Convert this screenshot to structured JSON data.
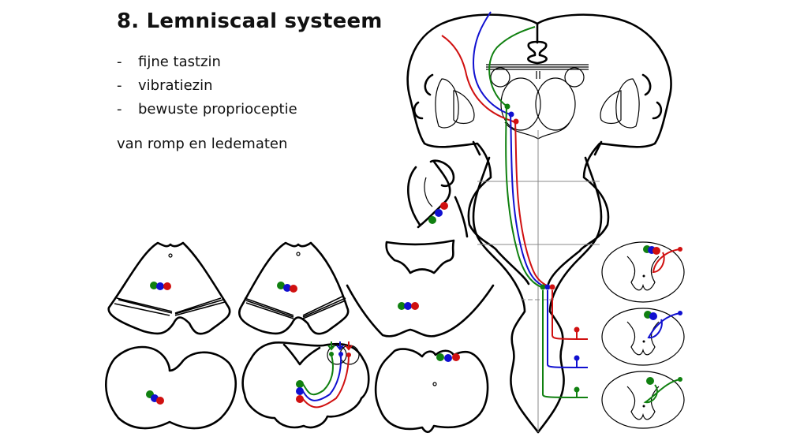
{
  "slide": {
    "title": "8. Lemniscaal systeem",
    "bullets": [
      {
        "dash": "-",
        "text": "fijne tastzin"
      },
      {
        "dash": "-",
        "text": "vibratiezin"
      },
      {
        "dash": "-",
        "text": "bewuste proprioceptie"
      }
    ],
    "subtitle": "van romp en ledematen"
  },
  "colors": {
    "pathway_1": "#d01010",
    "pathway_2": "#1010d0",
    "pathway_3": "#108010",
    "outline": "#000000",
    "midline": "#888888"
  }
}
